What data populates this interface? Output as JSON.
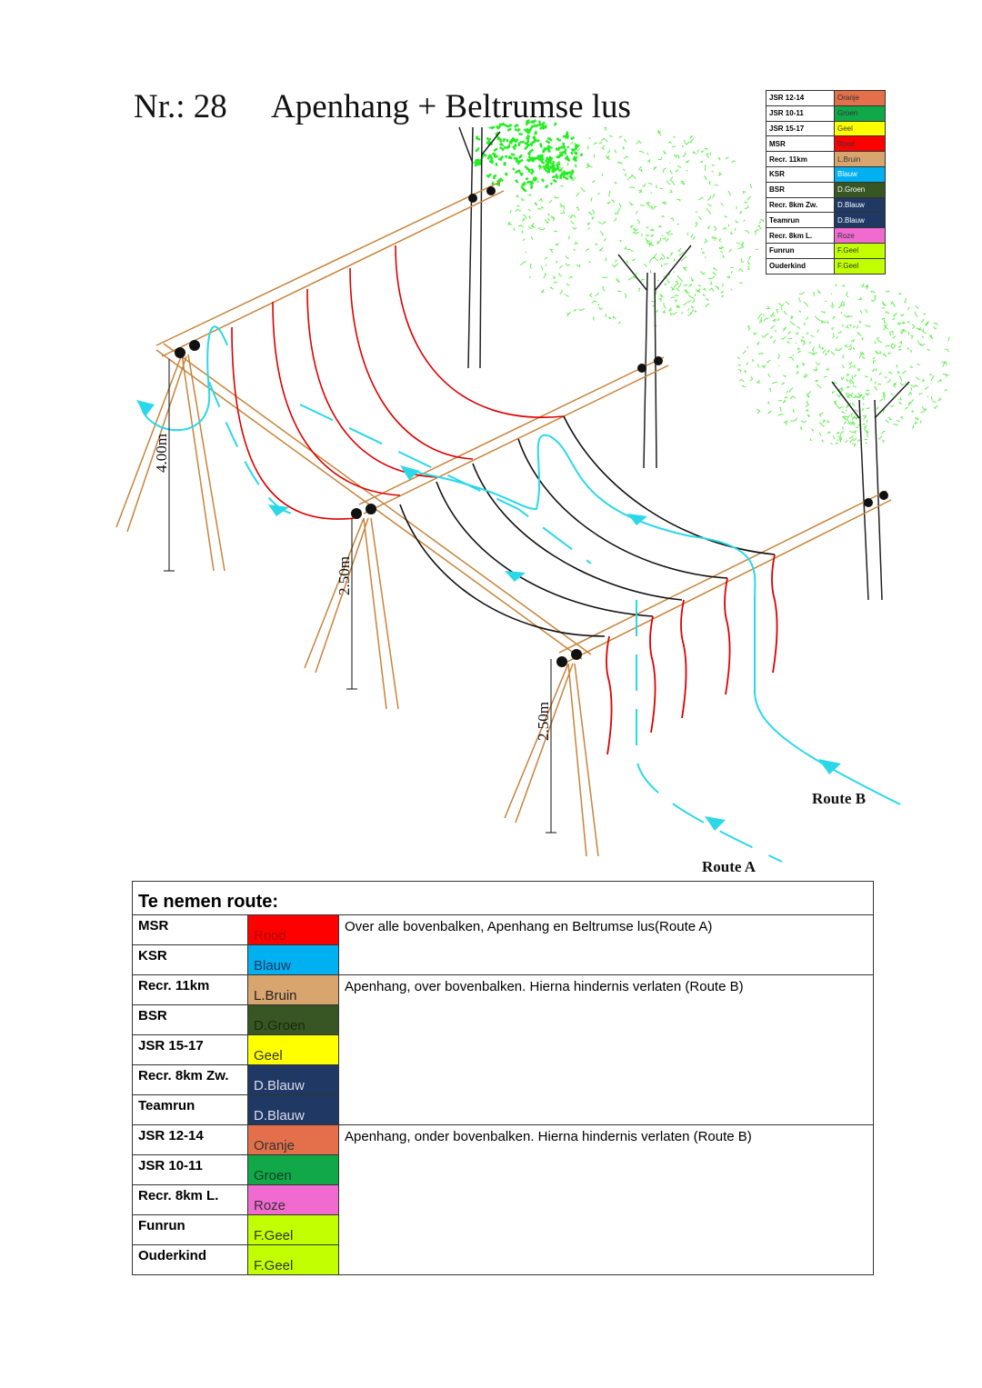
{
  "header": {
    "number": "Nr.: 28",
    "title": "Apenhang + Beltrumse lus"
  },
  "legend": [
    {
      "name": "JSR 12-14",
      "color": "Oranje",
      "hex": "#e3704a"
    },
    {
      "name": "JSR 10-11",
      "color": "Groen",
      "hex": "#11a84a"
    },
    {
      "name": "JSR 15-17",
      "color": "Geel",
      "hex": "#ffff00"
    },
    {
      "name": "MSR",
      "color": "Rood",
      "hex": "#ff0000"
    },
    {
      "name": "Recr. 11km",
      "color": "L.Bruin",
      "hex": "#d9a56f"
    },
    {
      "name": "KSR",
      "color": "Blauw",
      "hex": "#00b0f0"
    },
    {
      "name": "BSR",
      "color": "D.Groen",
      "hex": "#375623"
    },
    {
      "name": "Recr. 8km Zw.",
      "color": "D.Blauw",
      "hex": "#1f3864"
    },
    {
      "name": "Teamrun",
      "color": "D.Blauw",
      "hex": "#1f3864"
    },
    {
      "name": "Recr. 8km L.",
      "color": "Roze",
      "hex": "#f06ad0"
    },
    {
      "name": "Funrun",
      "color": "F.Geel",
      "hex": "#c2ff00"
    },
    {
      "name": "Ouderkind",
      "color": "F.Geel",
      "hex": "#c2ff00"
    }
  ],
  "diagram": {
    "height_back": "4.00m",
    "height_mid": "2.50m",
    "height_front": "2.50m",
    "route_a": "Route A",
    "route_b": "Route B"
  },
  "routes": {
    "heading": "Te nemen route:",
    "groups": [
      {
        "description": "Over alle bovenbalken, Apenhang en Beltrumse lus(Route A)",
        "rows": [
          {
            "name": "MSR",
            "color": "Rood",
            "hex": "#ff0000",
            "text": "#b00000"
          },
          {
            "name": "KSR",
            "color": "Blauw",
            "hex": "#00b0f0",
            "text": "#1f3864"
          }
        ]
      },
      {
        "description": "Apenhang, over bovenbalken. Hierna hindernis verlaten (Route B)",
        "rows": [
          {
            "name": "Recr. 11km",
            "color": "L.Bruin",
            "hex": "#d9a56f",
            "text": "#222"
          },
          {
            "name": "BSR",
            "color": "D.Groen",
            "hex": "#375623",
            "text": "#1a2a10"
          },
          {
            "name": "JSR 15-17",
            "color": "Geel",
            "hex": "#ffff00",
            "text": "#333"
          },
          {
            "name": "Recr. 8km Zw.",
            "color": "D.Blauw",
            "hex": "#1f3864",
            "text": "#dde"
          },
          {
            "name": "Teamrun",
            "color": "D.Blauw",
            "hex": "#1f3864",
            "text": "#dde"
          }
        ]
      },
      {
        "description": "Apenhang, onder bovenbalken. Hierna hindernis verlaten (Route B)",
        "rows": [
          {
            "name": "JSR 12-14",
            "color": "Oranje",
            "hex": "#e3704a",
            "text": "#333"
          },
          {
            "name": "JSR 10-11",
            "color": "Groen",
            "hex": "#11a84a",
            "text": "#104020"
          },
          {
            "name": "Recr. 8km L.",
            "color": "Roze",
            "hex": "#f06ad0",
            "text": "#333"
          },
          {
            "name": "Funrun",
            "color": "F.Geel",
            "hex": "#c2ff00",
            "text": "#333"
          },
          {
            "name": "Ouderkind",
            "color": "F.Geel",
            "hex": "#c2ff00",
            "text": "#333"
          }
        ]
      }
    ]
  }
}
